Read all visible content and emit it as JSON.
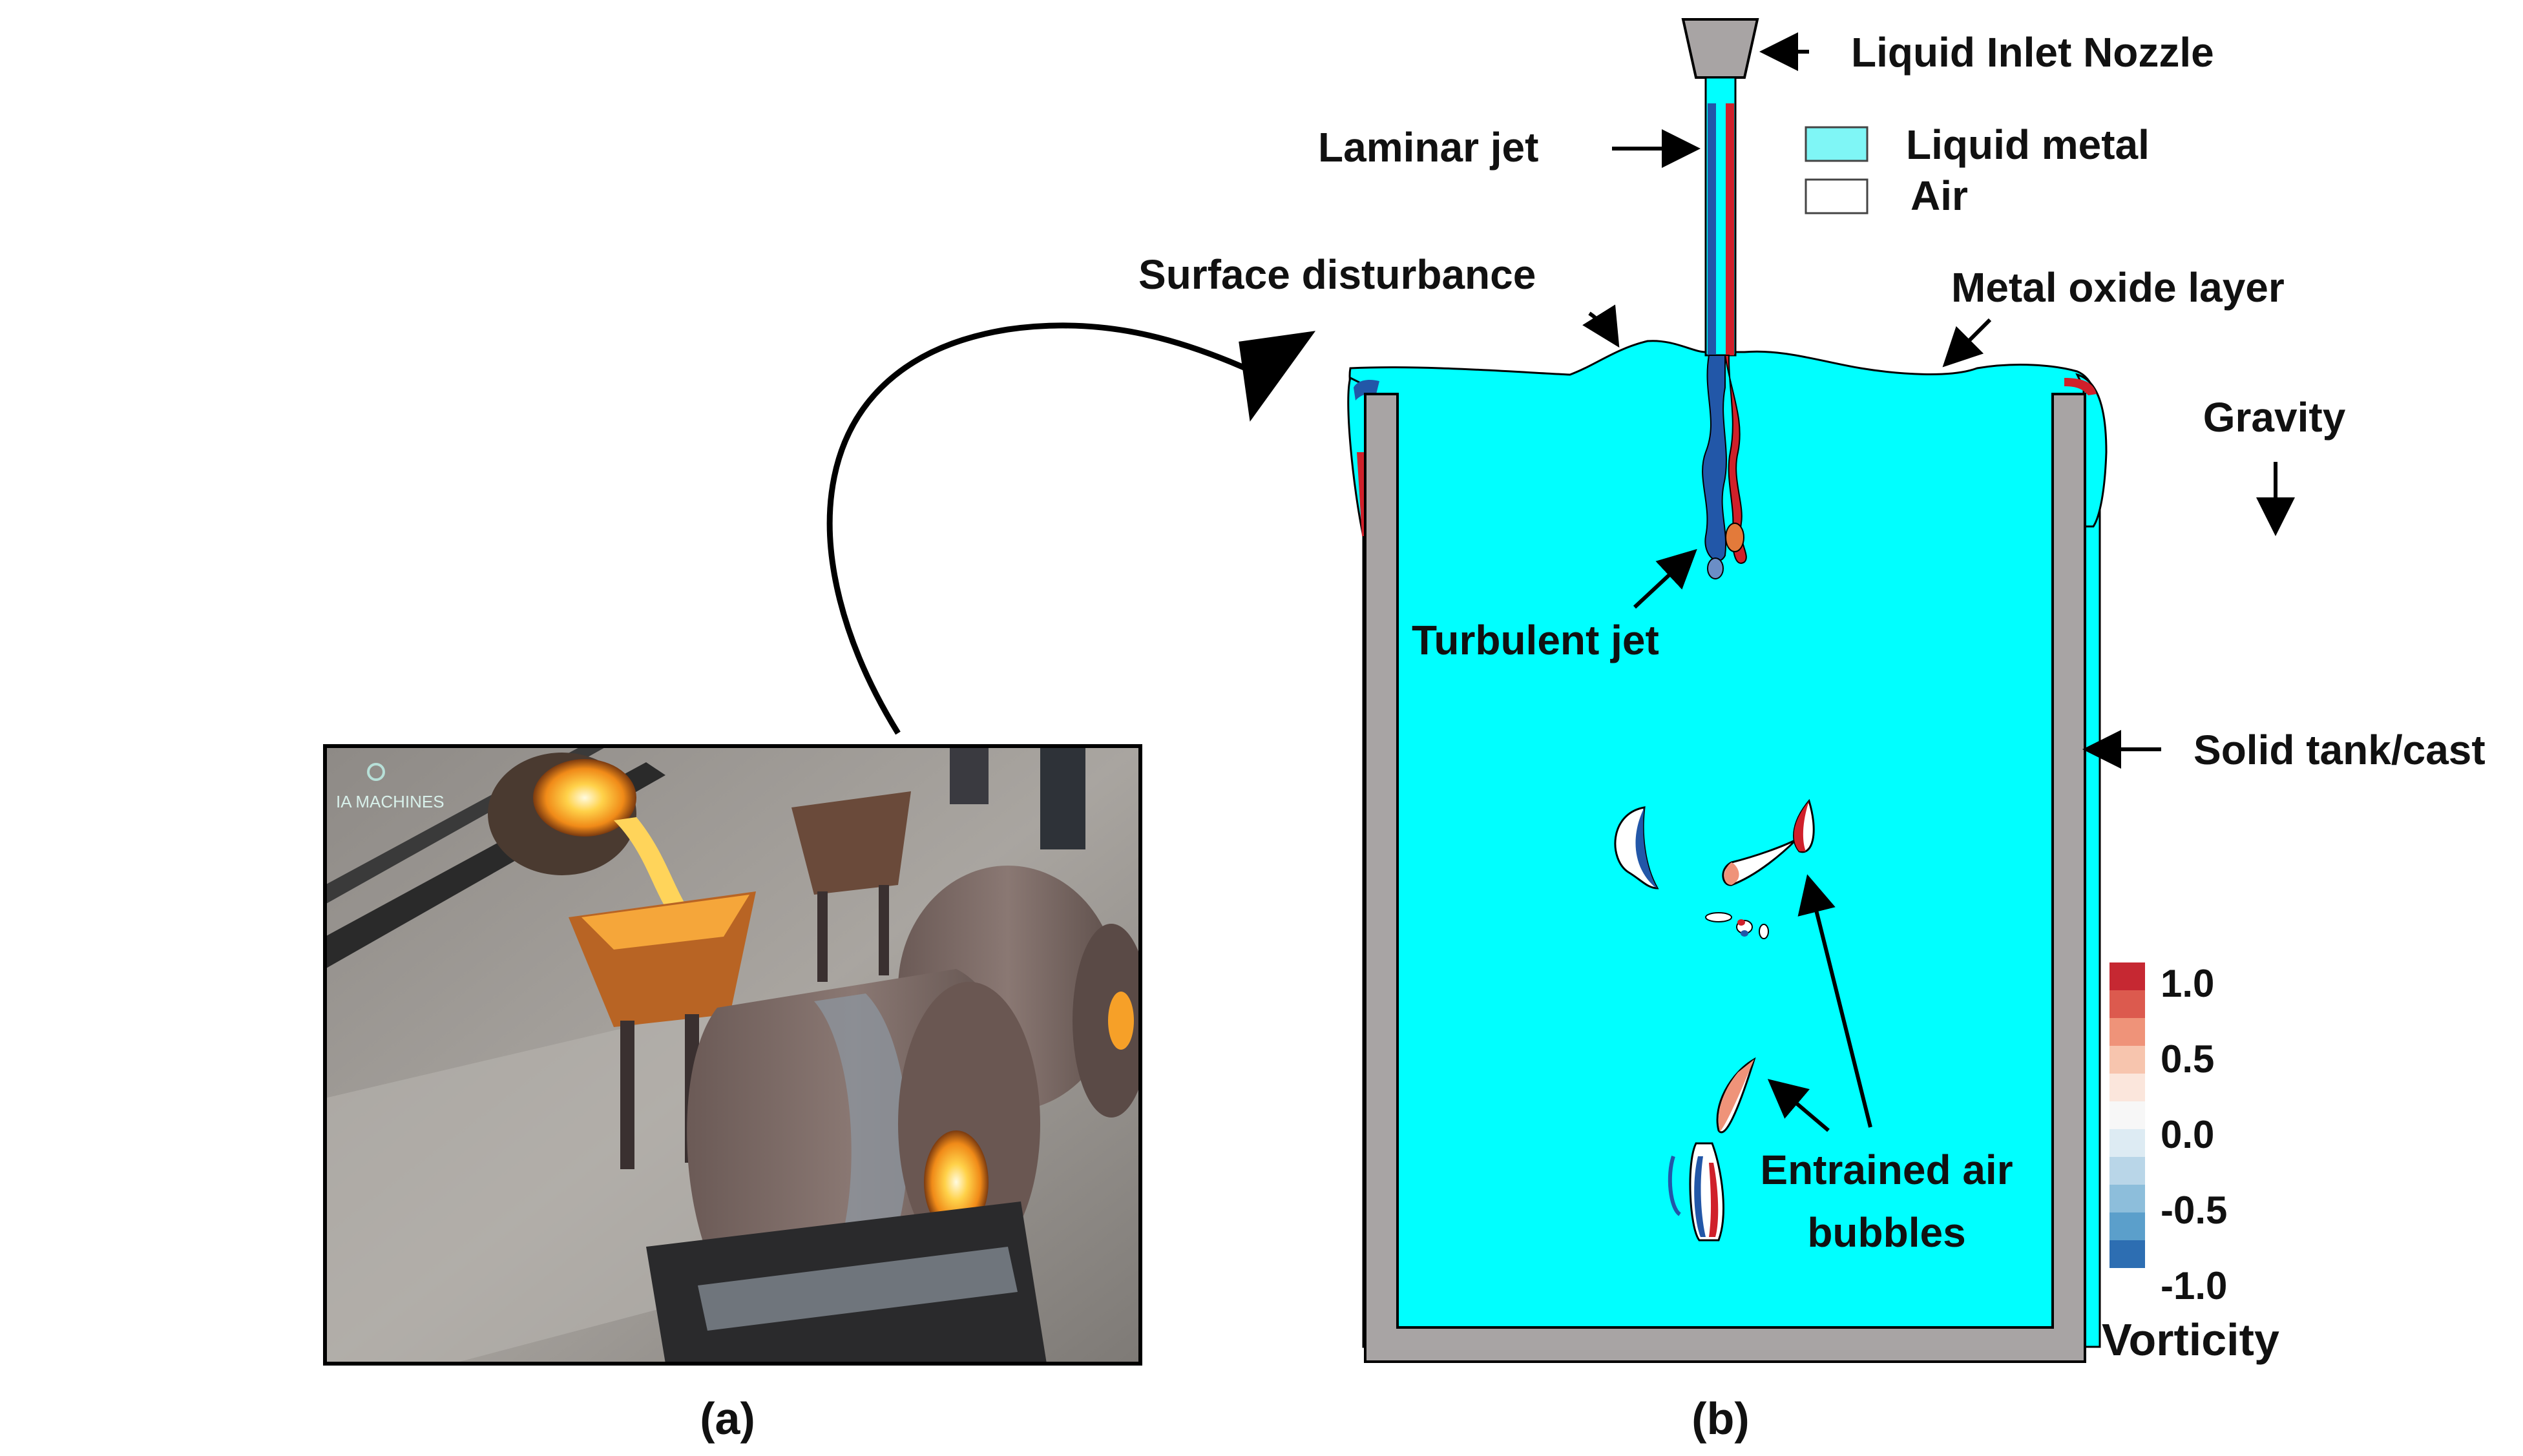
{
  "figure": {
    "panel_a_caption": "(a)",
    "panel_b_caption": "(b)",
    "photo_watermark": "IA MACHINES"
  },
  "labels": {
    "nozzle": "Liquid Inlet Nozzle",
    "laminar_jet": "Laminar jet",
    "surface_disturbance": "Surface disturbance",
    "oxide_layer": "Metal oxide layer",
    "gravity": "Gravity",
    "turbulent_jet": "Turbulent jet",
    "solid_tank": "Solid tank/cast",
    "bubbles_line1": "Entrained air",
    "bubbles_line2": "bubbles"
  },
  "legend": {
    "items": [
      {
        "label": "Liquid metal",
        "color": "#7ff6f6"
      },
      {
        "label": "Air",
        "color": "#ffffff"
      }
    ]
  },
  "colorbar": {
    "title": "Vorticity",
    "ticks": [
      "1.0",
      "0.5",
      "0.0",
      "-0.5",
      "-1.0"
    ],
    "colors": [
      "#c62832",
      "#dc5a4e",
      "#ef9379",
      "#f7c5ae",
      "#fbe6dc",
      "#f7f7f7",
      "#ddebf3",
      "#b9d6e8",
      "#8dbedb",
      "#5b9fcb",
      "#2d6eb2"
    ]
  },
  "colors": {
    "liquid": "#00ffff",
    "tank": "#a8a4a4",
    "vort_pos": "#d0202a",
    "vort_neg": "#2257a8"
  }
}
